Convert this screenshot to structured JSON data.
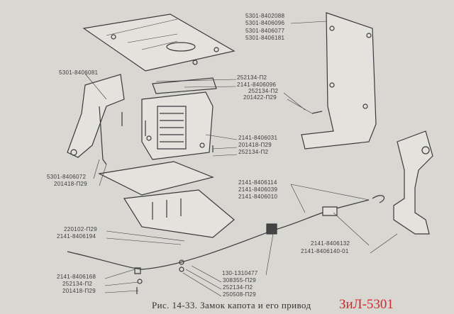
{
  "labels": {
    "l1": "5301-8402088",
    "l2": "5301-8406096",
    "l3": "5301-8406077",
    "l4": "5301-8406181",
    "l5": "5301-8406081",
    "l6": "252134-П2",
    "l7": "2141-8406096",
    "l8": "252134-П2",
    "l9": "201422-П29",
    "l10": "2141-8406031",
    "l11": "201418-П29",
    "l12": "252134-П2",
    "l13": "5301-8406072",
    "l14": "201418-П29",
    "l15": "2141-8406114",
    "l16": "2141-8406039",
    "l17": "2141-8406010",
    "l18": "220102-П29",
    "l19": "2141-8406194",
    "l20": "2141-8406132",
    "l21": "2141-8406140-01",
    "l22": "130-1310477",
    "l23": "308355-П29",
    "l24": "252134-П2",
    "l25": "250508-П29",
    "l26": "2141-8406168",
    "l27": "252134-П2",
    "l28": "201418-П29"
  },
  "caption": "Рис. 14-33. Замок капота и его привод",
  "model": "ЗиЛ-5301"
}
